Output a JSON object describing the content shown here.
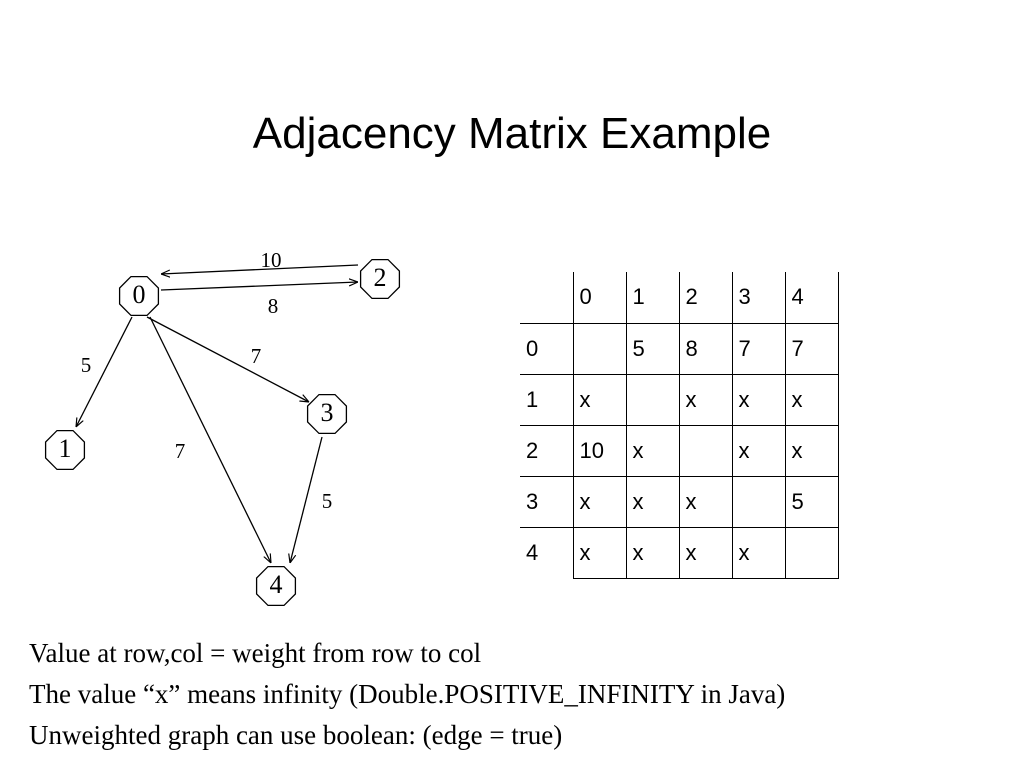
{
  "title": "Adjacency Matrix Example",
  "graph": {
    "nodes": [
      {
        "id": "0",
        "label": "0"
      },
      {
        "id": "1",
        "label": "1"
      },
      {
        "id": "2",
        "label": "2"
      },
      {
        "id": "3",
        "label": "3"
      },
      {
        "id": "4",
        "label": "4"
      }
    ],
    "edges": [
      {
        "from": "2",
        "to": "0",
        "weight": "10"
      },
      {
        "from": "0",
        "to": "2",
        "weight": "8"
      },
      {
        "from": "0",
        "to": "1",
        "weight": "5"
      },
      {
        "from": "0",
        "to": "3",
        "weight": "7"
      },
      {
        "from": "0",
        "to": "4",
        "weight": "7"
      },
      {
        "from": "3",
        "to": "4",
        "weight": "5"
      }
    ]
  },
  "matrix": {
    "header": [
      "",
      "0",
      "1",
      "2",
      "3",
      "4"
    ],
    "rows": [
      [
        "0",
        "",
        "5",
        "8",
        "7",
        "7"
      ],
      [
        "1",
        "x",
        "",
        "x",
        "x",
        "x"
      ],
      [
        "2",
        "10",
        "x",
        "",
        "x",
        "x"
      ],
      [
        "3",
        "x",
        "x",
        "x",
        "",
        "5"
      ],
      [
        "4",
        "x",
        "x",
        "x",
        "x",
        ""
      ]
    ]
  },
  "notes": [
    "Value at row,col = weight from row to col",
    "The value “x” means infinity (Double.POSITIVE_INFINITY in Java)",
    "Unweighted graph can use boolean: (edge = true)"
  ]
}
